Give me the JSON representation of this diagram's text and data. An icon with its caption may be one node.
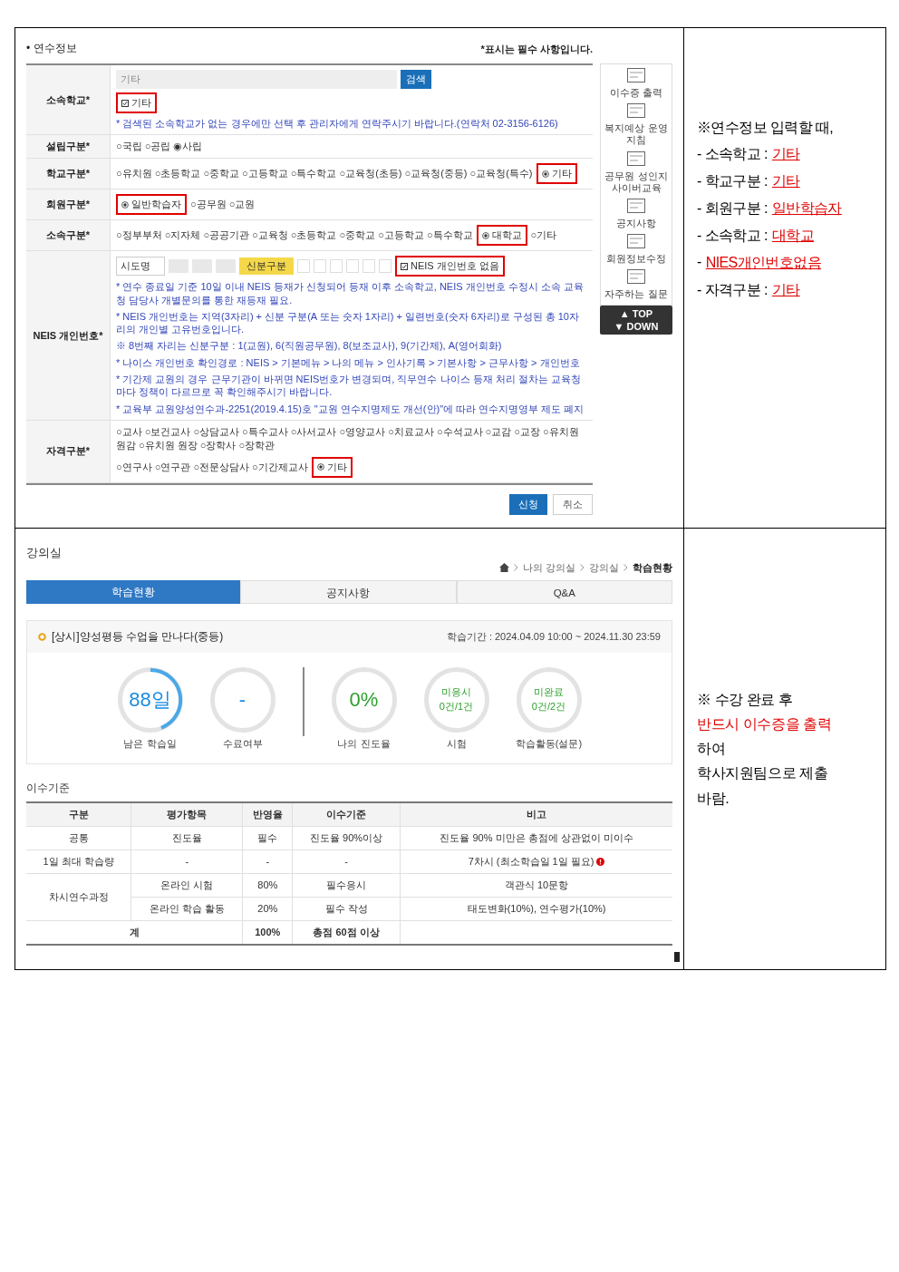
{
  "diagram": {
    "nodes": [
      {
        "text": [
          "기타"
        ]
      },
      {
        "text": [
          "기타"
        ]
      },
      {
        "text": [
          "일반학습자"
        ]
      },
      {
        "text": [
          "대학교"
        ]
      },
      {
        "text": [
          "NEIS 개인번호 없음"
        ]
      },
      {
        "text": [
          "기타"
        ]
      },
      {
        "text": [
          "88일"
        ],
        "beside": [
          "남은 학습일"
        ]
      },
      {
        "text": [
          "-"
        ],
        "beside": [
          "수료여부"
        ]
      },
      {
        "text": [
          "0%"
        ],
        "beside": [
          "나의 진도율"
        ]
      },
      {
        "text": [
          "미응시",
          "0건/1건"
        ],
        "beside": [
          "시험"
        ]
      },
      {
        "text": [
          "미완료",
          "0건/2건"
        ],
        "beside": [
          "학습활동(설문)"
        ]
      }
    ],
    "labels": [
      "• 연수정보",
      "*표시는 필수 사항입니다.",
      "소속학교*",
      "기타",
      "검색",
      "* 검색된 소속학교가 없는 경우에만 선택 후 관리자에게 연락주시기 바랍니다.(연락처 02-3156-6126)",
      "설립구분*",
      "○국립 ○공립 ◉사립",
      "학교구분*",
      "○유치원 ○초등학교 ○중학교 ○고등학교 ○특수학교 ○교육청(초등) ○교육청(중등) ○교육청(특수)",
      "회원구분*",
      "○공무원 ○교원",
      "소속구분*",
      "○정부부처 ○지자체 ○공공기관 ○교육청 ○초등학교 ○중학교 ○고등학교 ○특수학교",
      "○기타",
      "NEIS 개인번호*",
      "시도명",
      "신분구분",
      "* 연수 종료일 기준 10일 이내 NEIS 등재가 신청되어 등재 이후 소속학교, NEIS 개인번호 수정시 소속 교육청 담당사 개별문의를 통한 재등재 필요.",
      "* NEIS 개인번호는 지역(3자리) + 신분 구분(A 또는 숫자 1자리) + 일련번호(숫자 6자리)로 구성된 총 10자리의 개인별 고유번호입니다.",
      "※ 8번째 자리는 신분구분 : 1(교원), 6(직원공무원), 8(보조교사), 9(기간제), A(영어회화)",
      "* 나이스 개인번호 확인경로 : NEIS > 기본메뉴 > 나의 메뉴 > 인사기록 > 기본사항 > 근무사항 > 개인번호",
      "* 기간제 교원의 경우 근무기관이 바뀌면 NEIS번호가 변경되며, 직무연수 나이스 등재 처리 절차는 교육청마다 정책이 다르므로 꼭 확인해주시기 바랍니다.",
      "* 교육부 교원양성연수과-2251(2019.4.15)호 \"교원 연수지명제도 개선(안)\"에 따라 연수지명영부 제도 폐지",
      "자격구분*",
      "○교사 ○보건교사 ○상담교사 ○특수교사 ○사서교사 ○영양교사 ○치료교사 ○수석교사 ○교감 ○교장 ○유치원 원감 ○유치원 원장 ○장학사 ○장학관",
      "○연구사 ○연구관 ○전문상담사 ○기간제교사",
      "신청",
      "취소",
      "이수증 출력",
      "복지예상 운영지침",
      "공무원 성인지 사이버교육",
      "공지사항",
      "회원정보수정",
      "자주하는 질문",
      "▲ TOP",
      "▼ DOWN",
      "※연수정보 입력할 때,",
      "- 소속학교 :",
      "기타",
      "- 학교구분 :",
      "기타",
      "- 회원구분 :",
      "일반학습자",
      "- 소속학교 :",
      "대학교",
      "-",
      "NIES개인번호없음",
      "- 자격구분 :",
      "기타",
      "강의실",
      "나의 강의실",
      "강의실",
      "학습현황",
      "학습현황",
      "공지사항",
      "Q&A",
      "[상시]양성평등 수업을 만나다(중등)",
      "학습기간 : 2024.04.09 10:00 ~ 2024.11.30 23:59",
      "이수기준",
      "구분",
      "평가항목",
      "반영율",
      "이수기준",
      "비고",
      "공통",
      "진도율",
      "필수",
      "진도율 90%이상",
      "진도율 90% 미만은 총점에 상관없이 미이수",
      "1일 최대 학습량",
      "-",
      "-",
      "-",
      "7차시 (최소학습일 1일 필요)",
      "차시연수과정",
      "온라인 시험",
      "80%",
      "필수응시",
      "객관식 10문항",
      "온라인 학습 활동",
      "20%",
      "필수 작성",
      "태도변화(10%), 연수평가(10%)",
      "계",
      "100%",
      "총점 60점 이상",
      "※ 수강 완료 후",
      "반드시 이수증을 출력",
      "하여",
      "학사지원팀으로 제출",
      "바람."
    ]
  }
}
